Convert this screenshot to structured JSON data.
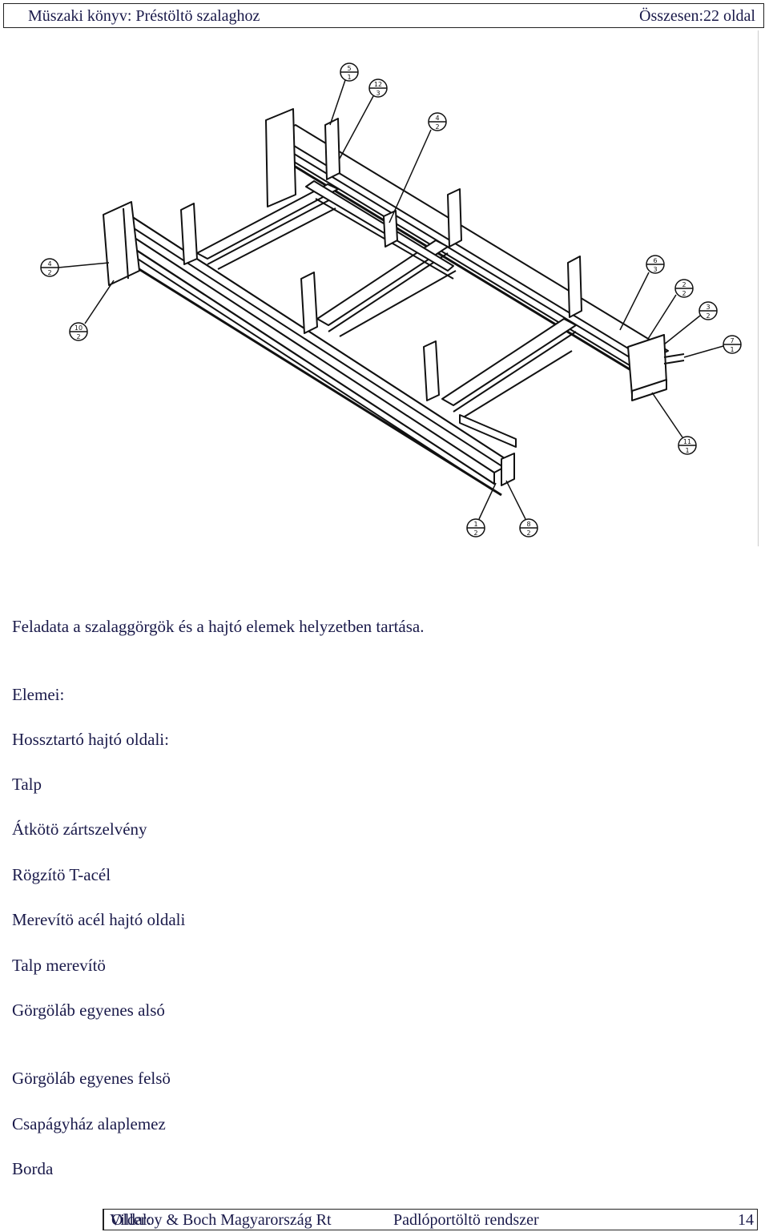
{
  "header": {
    "title": "Müszaki könyv: Préstöltö szalaghoz",
    "total": "Összesen:22 oldal"
  },
  "figure": {
    "callouts": [
      {
        "top": "5",
        "bottom": "1"
      },
      {
        "top": "12",
        "bottom": "3"
      },
      {
        "top": "4",
        "bottom": "2"
      },
      {
        "top": "4",
        "bottom": "2"
      },
      {
        "top": "10",
        "bottom": "2"
      },
      {
        "top": "6",
        "bottom": "3"
      },
      {
        "top": "2",
        "bottom": "2"
      },
      {
        "top": "3",
        "bottom": "2"
      },
      {
        "top": "7",
        "bottom": "1"
      },
      {
        "top": "11",
        "bottom": "1"
      },
      {
        "top": "1",
        "bottom": "2"
      },
      {
        "top": "8",
        "bottom": "2"
      }
    ]
  },
  "body": {
    "intro": "Feladata a szalaggörgök és a hajtó elemek helyzetben tartása.",
    "elements_heading": "Elemei:",
    "items": [
      "Hossztartó hajtó oldali:",
      "Talp",
      "Átkötö zártszelvény",
      "Rögzítö T-acél",
      "Merevítö acél hajtó oldali",
      "Talp merevítö",
      "Görgöláb egyenes alsó",
      "Görgöláb egyenes felsö",
      "Csapágyház alaplemez",
      "Borda"
    ]
  },
  "footer": {
    "company": "Villeroy & Boch Magyarország Rt",
    "system": "Padlóportöltö rendszer",
    "page_label": "Oldal:",
    "page_number": "14"
  }
}
